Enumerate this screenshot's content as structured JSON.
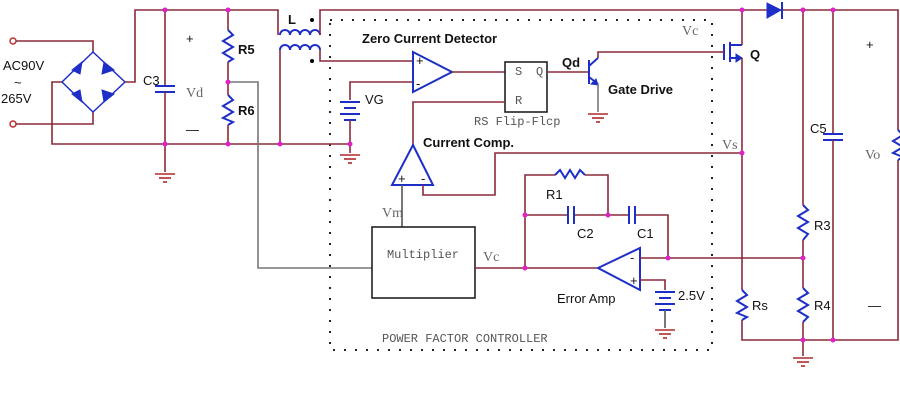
{
  "labels": {
    "ac_input": "AC90V",
    "ac_tilde": "~",
    "ac_input_max": "265V",
    "c3": "C3",
    "vd": "Vd",
    "vd_plus": "+",
    "vd_minus": "—",
    "r5": "R5",
    "r6": "R6",
    "inductor": "L",
    "zero_current_detector": "Zero Current Detector",
    "vg": "VG",
    "rs_flip_flop": "RS Flip-Flcp",
    "sr_s": "S",
    "sr_r": "R",
    "sr_q": "Q",
    "qd": "Qd",
    "gate_drive": "Gate Drive",
    "vc_top": "Vc",
    "q": "Q",
    "current_comp": "Current Comp.",
    "vs": "Vs",
    "vm": "Vm",
    "multiplier": "Multiplier",
    "vc": "Vc",
    "r1": "R1",
    "c2": "C2",
    "c1": "C1",
    "error_amp": "Error Amp",
    "ref_voltage": "2.5V",
    "power_factor_controller": "POWER FACTOR CONTROLLER",
    "c5": "C5",
    "vo": "Vo",
    "vo_plus": "+",
    "vo_minus": "—",
    "r3": "R3",
    "r4": "R4",
    "rs": "Rs",
    "opamp_plus": "+",
    "opamp_minus": "-"
  },
  "colors": {
    "wire": "#8a2a3a",
    "component": "#1e2fc8",
    "node": "#e020c8"
  }
}
